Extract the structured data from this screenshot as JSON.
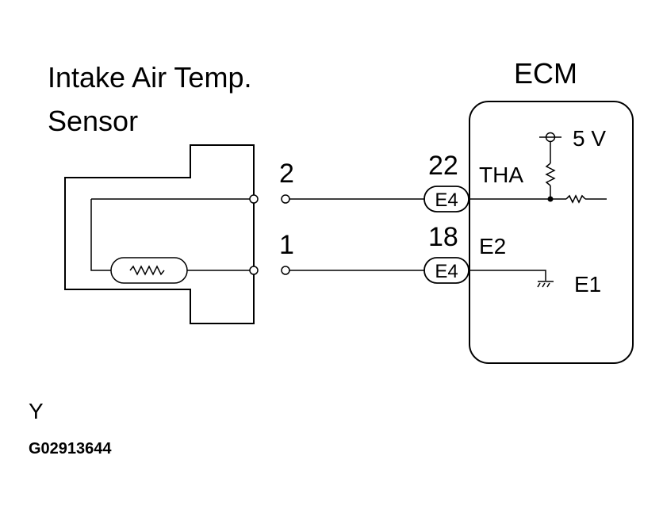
{
  "sensor": {
    "title_line1": "Intake Air Temp.",
    "title_line2": "Sensor"
  },
  "ecm": {
    "title": "ECM",
    "supply_label": "5 V",
    "ground_label": "E1"
  },
  "wires": [
    {
      "sensor_pin": "2",
      "ecm_pin": "22",
      "connector": "E4",
      "signal": "THA"
    },
    {
      "sensor_pin": "1",
      "ecm_pin": "18",
      "connector": "E4",
      "signal": "E2"
    }
  ],
  "footer": {
    "legend_letter": "Y",
    "figure_code": "G02913644"
  }
}
